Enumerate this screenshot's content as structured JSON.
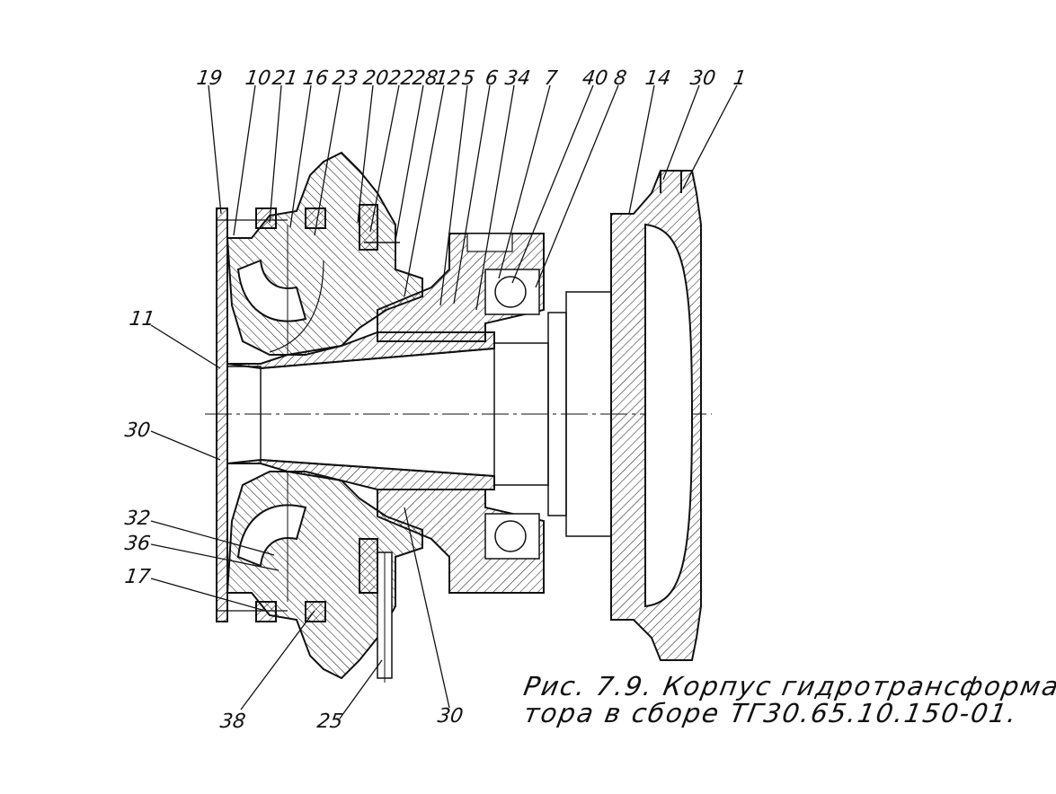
{
  "callouts": {
    "c19": "19",
    "c10": "10",
    "c21": "21",
    "c16": "16",
    "c23": "23",
    "c20": "20",
    "c22": "22",
    "c28": "28",
    "c12": "12",
    "c5": "5",
    "c6": "6",
    "c34": "34",
    "c7": "7",
    "c40": "40",
    "c8": "8",
    "c14": "14",
    "c30top": "30",
    "c1": "1",
    "c11": "11",
    "c30left": "30",
    "c32": "32",
    "c36": "36",
    "c17": "17",
    "c38": "38",
    "c25": "25",
    "c30bottom": "30"
  },
  "caption": {
    "line1": "Рис. 7.9.  Корпус  гидротрансформа-",
    "line2": "тора  в  сборе   ТГ30.65.10.150-01."
  },
  "colors": {
    "ink": "#111111",
    "paper": "#ffffff"
  }
}
